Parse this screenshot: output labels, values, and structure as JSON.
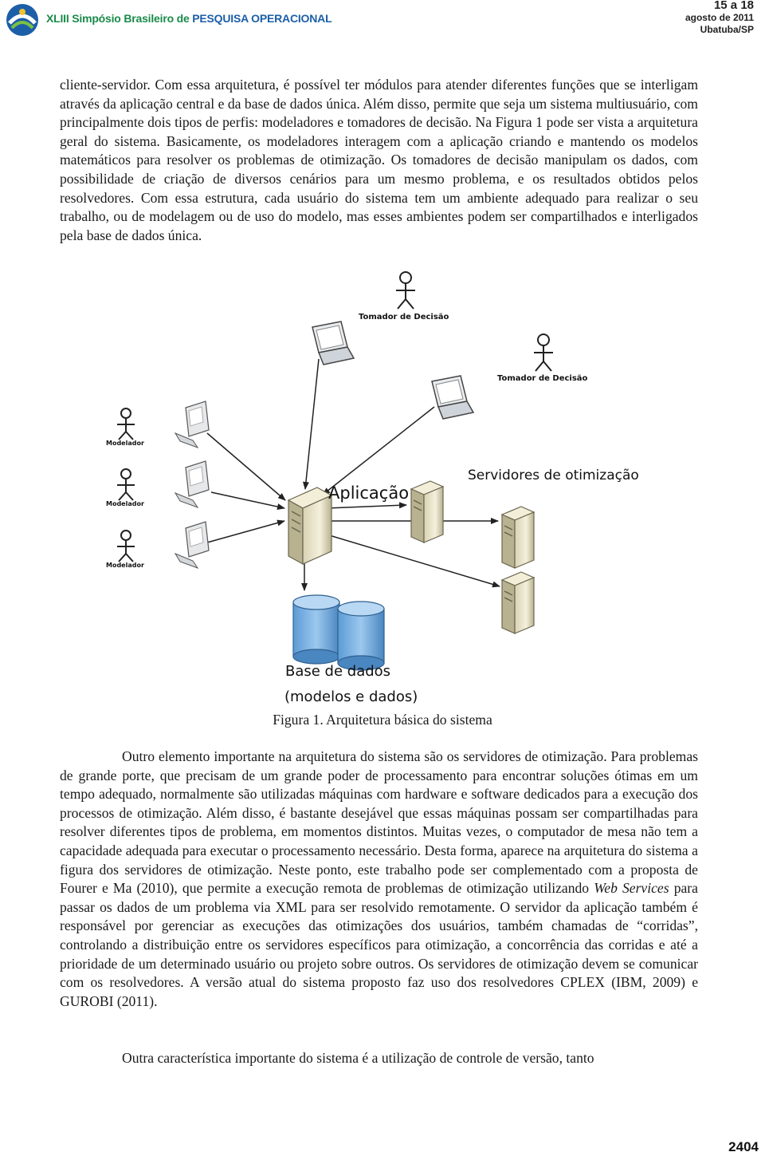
{
  "header": {
    "conference_prefix": "XLIII Simpósio Brasileiro de ",
    "conference_suffix": "PESQUISA OPERACIONAL",
    "date_range": "15 a 18",
    "month_year": "agosto de 2011",
    "location": "Ubatuba/SP"
  },
  "body": {
    "paragraph1": "cliente-servidor. Com essa arquitetura, é possível ter módulos para atender diferentes funções que se interligam através da aplicação central e da base de dados única. Além disso, permite que seja um sistema multiusuário, com principalmente dois tipos de perfis: modeladores e tomadores de decisão. Na Figura 1 pode ser vista a arquitetura geral do sistema. Basicamente, os modeladores interagem com a aplicação criando e mantendo os modelos matemáticos para resolver os problemas de otimização. Os tomadores de decisão manipulam os dados, com possibilidade de criação de diversos cenários para um mesmo problema, e os resultados obtidos pelos resolvedores. Com essa estrutura, cada usuário do sistema tem um ambiente adequado para realizar o seu trabalho, ou de modelagem ou de uso do modelo, mas esses ambientes podem ser compartilhados e interligados pela base de dados única.",
    "paragraph2_before": "Outro elemento importante na arquitetura do sistema são os servidores de otimização. Para problemas de grande porte, que precisam de um grande poder de processamento para encontrar soluções ótimas em um tempo adequado, normalmente são utilizadas máquinas com hardware e software dedicados para a execução dos processos de otimização. Além disso, é bastante desejável que essas máquinas possam ser compartilhadas para resolver diferentes tipos de problema, em momentos distintos. Muitas vezes, o computador de mesa não tem a capacidade adequada para executar o processamento necessário. Desta forma, aparece na arquitetura do sistema a figura dos servidores de otimização. Neste ponto, este trabalho pode ser complementado com a proposta de Fourer e Ma (2010), que permite a execução remota de problemas de otimização utilizando ",
    "paragraph2_italic": "Web Services",
    "paragraph2_after": " para passar os dados de um problema via XML para ser resolvido remotamente. O servidor da aplicação também é responsável por gerenciar as execuções das otimizações dos usuários, também chamadas de “corridas”, controlando a distribuição entre os servidores específicos para otimização, a concorrência das corridas e até a prioridade de um determinado usuário ou projeto sobre outros. Os servidores de otimização devem se comunicar com os resolvedores. A versão atual do sistema proposto faz uso dos resolvedores CPLEX (IBM, 2009) e GUROBI (2011).",
    "paragraph3": "Outra característica importante do sistema é a utilização de controle de versão, tanto"
  },
  "figure": {
    "caption": "Figura 1. Arquitetura básica do sistema",
    "decision_maker_label": "Tomador de Decisão",
    "modeler_label": "Modelador",
    "application_label": "Aplicação",
    "servers_label": "Servidores de otimização",
    "database_label": "Base de dados",
    "database_sublabel": "(modelos e dados)"
  },
  "footer": {
    "page_number": "2404"
  }
}
